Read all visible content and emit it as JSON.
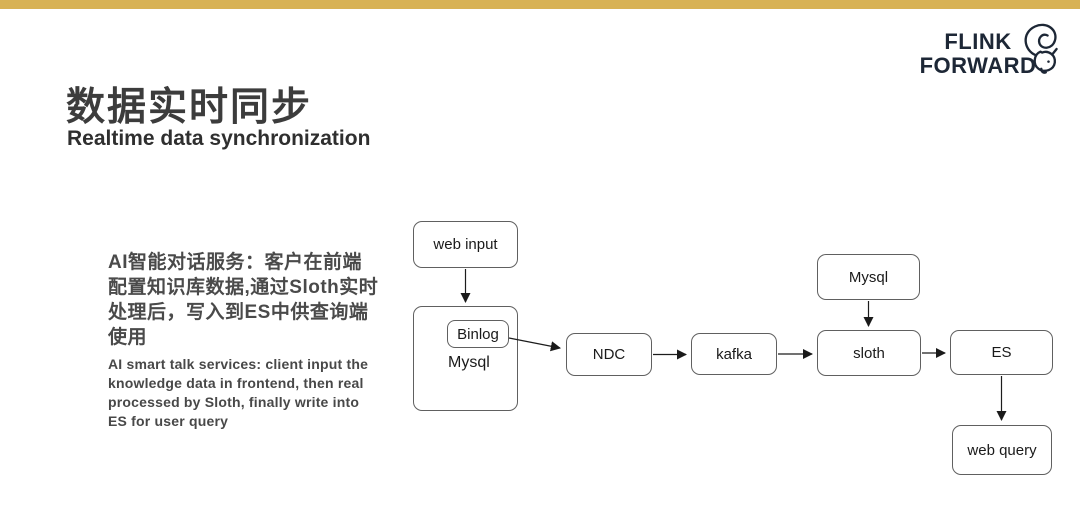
{
  "slide": {
    "accent_color": "#D8B254",
    "title_cn": "数据实时同步",
    "title_en": "Realtime data synchronization",
    "logo": {
      "line1": "FLINK",
      "line2": "FORWARD",
      "icon": "squirrel-icon",
      "color": "#1D2736"
    }
  },
  "description": {
    "cn": "AI智能对话服务：客户在前端配置知识库数据,通过Sloth实时处理后，写入到ES中供查询端使用",
    "en": "AI smart talk services: client input the knowledge data in frontend, then real processed by Sloth, finally write into ES for user query"
  },
  "diagram": {
    "nodes": [
      {
        "id": "web_input",
        "label": "web input"
      },
      {
        "id": "mysql_source",
        "label": "Mysql",
        "inner_label": "Binlog"
      },
      {
        "id": "ndc",
        "label": "NDC"
      },
      {
        "id": "kafka",
        "label": "kafka"
      },
      {
        "id": "mysql_config",
        "label": "Mysql"
      },
      {
        "id": "sloth",
        "label": "sloth"
      },
      {
        "id": "es",
        "label": "ES"
      },
      {
        "id": "web_query",
        "label": "web query"
      }
    ],
    "edges": [
      {
        "from": "web input",
        "to": "Mysql (source)"
      },
      {
        "from": "Binlog",
        "to": "NDC"
      },
      {
        "from": "NDC",
        "to": "kafka"
      },
      {
        "from": "kafka",
        "to": "sloth"
      },
      {
        "from": "Mysql (config)",
        "to": "sloth"
      },
      {
        "from": "sloth",
        "to": "ES"
      },
      {
        "from": "ES",
        "to": "web query"
      }
    ]
  }
}
